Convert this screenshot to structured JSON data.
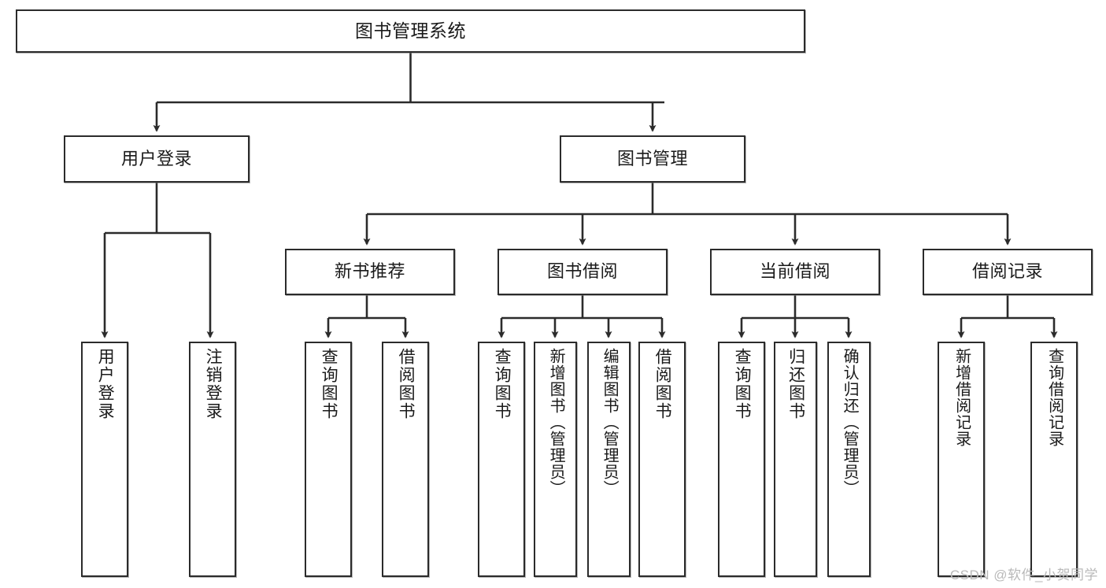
{
  "diagram": {
    "title": "图书管理系统",
    "type": "tree",
    "orientation": "top-down",
    "line_color": "#2b2b2b",
    "box_border_color": "#2b2b2b",
    "box_fill_color": "#ffffff",
    "text_color": "#1a1a1a"
  },
  "nodes": {
    "root": {
      "label": "图书管理系统"
    },
    "level2": [
      {
        "label": "用户登录"
      },
      {
        "label": "图书管理"
      }
    ],
    "level3": [
      {
        "label": "新书推荐"
      },
      {
        "label": "图书借阅"
      },
      {
        "label": "当前借阅"
      },
      {
        "label": "借阅记录"
      }
    ],
    "leaves": {
      "user_login": [
        {
          "label": "用户登录"
        },
        {
          "label": "注销登录"
        }
      ],
      "new_book_recommend": [
        {
          "label": "查询图书"
        },
        {
          "label": "借阅图书"
        }
      ],
      "book_borrow": [
        {
          "label": "查询图书"
        },
        {
          "label": "新增图书（管理员）"
        },
        {
          "label": "编辑图书（管理员）"
        },
        {
          "label": "借阅图书"
        }
      ],
      "current_borrow": [
        {
          "label": "查询图书"
        },
        {
          "label": "归还图书"
        },
        {
          "label": "确认归还（管理员）"
        }
      ],
      "borrow_records": [
        {
          "label": "新增借阅记录"
        },
        {
          "label": "查询借阅记录"
        }
      ]
    }
  },
  "watermark": {
    "text": "CSDN @软件_小贺同学"
  }
}
